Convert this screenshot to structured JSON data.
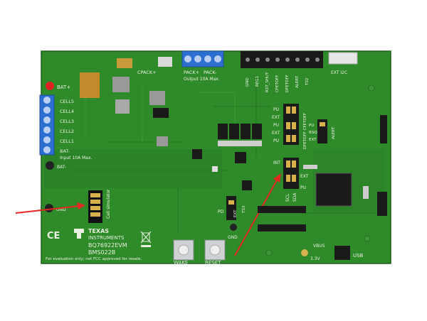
{
  "board": {
    "silk": {
      "bat_plus": "BAT+",
      "cells": [
        "CELL5",
        "CELL4",
        "CELL3",
        "CELL2",
        "CELL1"
      ],
      "bat_minus": "BAT-",
      "input_label": "Input 10A Max.",
      "bat_minus_tp": "BAT-",
      "gnd_left": "GND",
      "cell_simulator": "Cell simulator",
      "cpack": "CPACK+",
      "pack_plus": "PACK+",
      "pack_minus": "PACK-",
      "output_label": "Output 10A Max.",
      "header_top": [
        "GND",
        "REG1",
        "RST_SHUT",
        "CFETOFF",
        "DFETOFF",
        "ALERT",
        "TS2"
      ],
      "ext_i2c": "EXT I2C",
      "jumper_pins_a": [
        "PU",
        "EXT",
        "PU",
        "EXT",
        "PU"
      ],
      "dfetoff_cfetoff": "DFETOFF CFETOFF",
      "alert_col": [
        "PU",
        "RSQ",
        "EXT"
      ],
      "alert_label": "ALERT",
      "int": "INT",
      "ext_mid": "EXT",
      "pu_mid": "PU",
      "scl": "SCL",
      "sda": "SDA",
      "pd": "PD",
      "ts3": "TS3",
      "ext_ts": "EXT",
      "gnd_mid": "GND",
      "ti_texas": "TEXAS",
      "ti_instruments": "INSTRUMENTS",
      "evm_name": "BQ76922EVM",
      "evm_pcb": "BMS022B",
      "ce": "CE",
      "wake": "WAKE",
      "reset": "RESET",
      "vbus": "VBUS",
      "v33": "3.3V",
      "usb": "USB",
      "disclaimer": "For evaluation only; not FCC approved for resale."
    },
    "colors": {
      "pcb": "#2f8a2a",
      "pcb_dark": "#246f22",
      "terminal_blue": "#2d6fd1",
      "header_black": "#1a1a1a",
      "arrow_red": "#e0281e"
    }
  }
}
